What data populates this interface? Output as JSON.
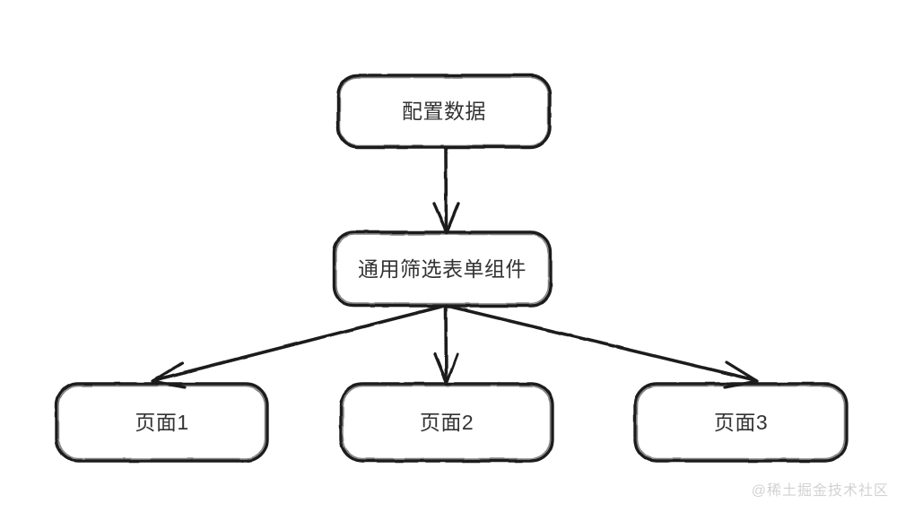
{
  "diagram": {
    "type": "flowchart",
    "style": "hand-drawn",
    "background_color": "#ffffff",
    "stroke_color": "#1a1a1a",
    "text_color": "#333333",
    "nodes": [
      {
        "id": "config",
        "label": "配置数据",
        "shape": "rounded-rectangle",
        "level": 0
      },
      {
        "id": "filter",
        "label": "通用筛选表单组件",
        "shape": "rounded-rectangle",
        "level": 1
      },
      {
        "id": "page1",
        "label": "页面1",
        "shape": "rounded-rectangle",
        "level": 2
      },
      {
        "id": "page2",
        "label": "页面2",
        "shape": "rounded-rectangle",
        "level": 2
      },
      {
        "id": "page3",
        "label": "页面3",
        "shape": "rounded-rectangle",
        "level": 2
      }
    ],
    "edges": [
      {
        "from": "config",
        "to": "page1_placeholder_none",
        "arrow": "none"
      },
      {
        "from": "config",
        "to": "filter",
        "arrow": "down",
        "label": ""
      },
      {
        "from": "filter",
        "to": "page1",
        "arrow": "down-left",
        "label": ""
      },
      {
        "from": "filter",
        "to": "page2",
        "arrow": "down",
        "label": ""
      },
      {
        "from": "filter",
        "to": "page3",
        "arrow": "down-right",
        "label": ""
      }
    ]
  },
  "watermark": {
    "text": "@稀土掘金技术社区",
    "color": "#d2d2d2"
  }
}
